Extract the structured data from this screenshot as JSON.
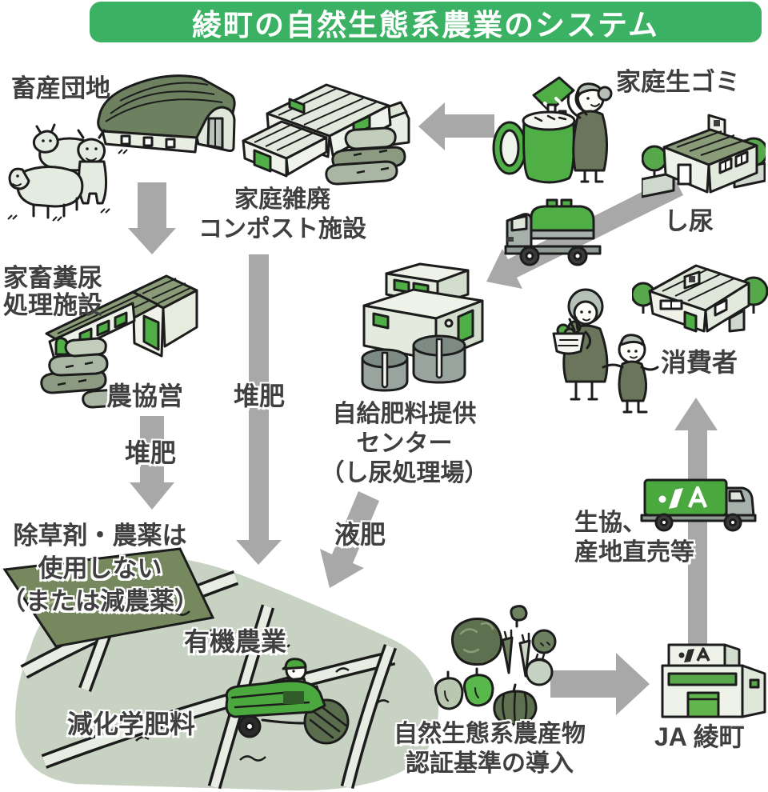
{
  "title": {
    "text": "綾町の自然生態系農業のシステム"
  },
  "colors": {
    "title_bg": "#3bb164",
    "arrow_gray": "#a8a8a8",
    "label_text": "#3f3f3f",
    "accent_green": "#4fae46",
    "roof_olive": "#8a9b78",
    "field_green": "#c7d2c2"
  },
  "nodes": {
    "livestock": {
      "label": "畜産団地"
    },
    "household_waste": {
      "label": "家庭生ゴミ"
    },
    "compost_facility": {
      "line1": "家庭雑廃",
      "line2": "コンポスト施設"
    },
    "night_soil": {
      "label": "し尿"
    },
    "manure_facility": {
      "line1": "家畜糞尿",
      "line2": "処理施設",
      "operator": "農協営"
    },
    "fertilizer_center": {
      "line1": "自給肥料提供",
      "line2": "センター",
      "line3": "（し尿処理場）"
    },
    "consumer": {
      "label": "消費者"
    },
    "coop": {
      "line1": "生協、",
      "line2": "産地直売等"
    },
    "ja": {
      "label": "JA 綾町"
    },
    "certification": {
      "line1": "自然生態系農産物",
      "line2": "認証基準の導入"
    },
    "farm": {
      "policy1": "除草剤・農薬は",
      "policy2": "使用しない",
      "policy3": "（または減農薬）",
      "organic": "有機農業",
      "reduced_chem": "減化学肥料"
    }
  },
  "flows": {
    "compost_center": "堆肥",
    "compost_left": "堆肥",
    "liquid_fertilizer": "液肥"
  }
}
